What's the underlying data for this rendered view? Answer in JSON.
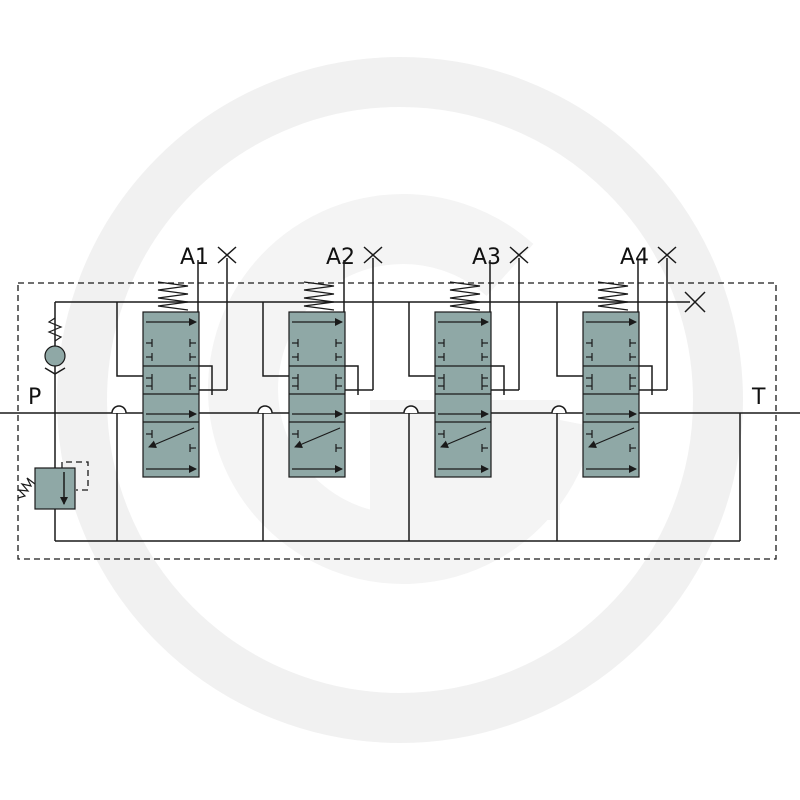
{
  "colors": {
    "valve_fill": "#8fa8a6",
    "line": "#1a1a1a",
    "watermark": "#f1f1f1"
  },
  "ports": {
    "pressure": "P",
    "tank": "T"
  },
  "sections": [
    {
      "label": "A1"
    },
    {
      "label": "A2"
    },
    {
      "label": "A3"
    },
    {
      "label": "A4"
    }
  ]
}
